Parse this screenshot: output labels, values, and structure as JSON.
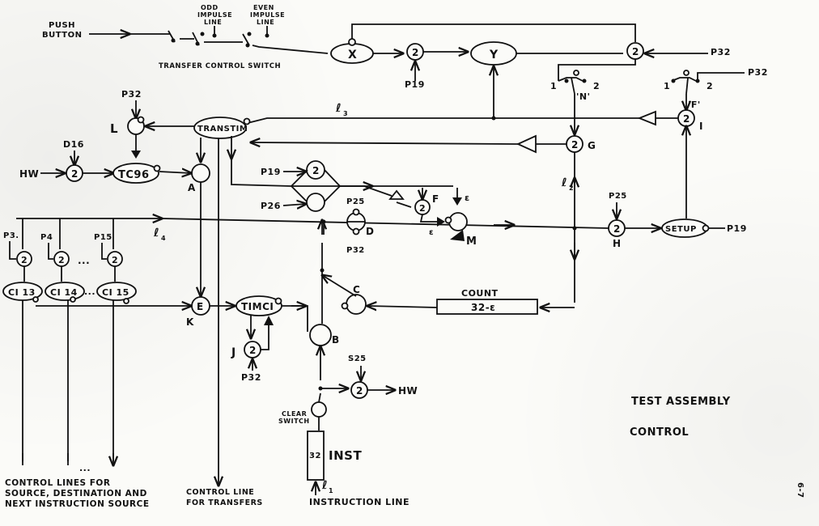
{
  "labels": {
    "push_button_1": "PUSH",
    "push_button_2": "BUTTON",
    "odd_1": "ODD",
    "odd_2": "IMPULSE",
    "odd_3": "LINE",
    "even_1": "EVEN",
    "even_2": "IMPULSE",
    "even_3": "LINE",
    "transfer_control_switch": "TRANSFER CONTROL SWITCH",
    "X": "X",
    "Y": "Y",
    "gate_two": "2",
    "P32": "P32",
    "P19": "P19",
    "P26": "P26",
    "P25": "P25",
    "P15": "P15",
    "P3": "P3.",
    "P4": "P4",
    "D16": "D16",
    "S25": "S25",
    "HW": "HW",
    "L": "L",
    "A": "A",
    "B": "B",
    "C": "C",
    "D": "D",
    "E": "E",
    "F": "F",
    "G": "G",
    "H": "H",
    "I": "I",
    "J": "J",
    "K": "K",
    "M": "M",
    "epsilon": "ε",
    "l1": "ℓ",
    "l1_sub": "1",
    "l2": "ℓ",
    "l2_sub": "2",
    "l3": "ℓ",
    "l3_sub": "3",
    "l4": "ℓ",
    "l4_sub": "4",
    "transtim": "TRANSTIM",
    "tc96": "TC96",
    "timci": "TIMCI",
    "setup": "SETUP",
    "ci13": "CI 13",
    "ci14": "CI 14",
    "ci15": "CI 15",
    "dots": "...",
    "count_label": "COUNT",
    "count_value": "32-ε",
    "inst_num": "32",
    "inst_label": "INST",
    "switch_one": "1",
    "switch_two": "2",
    "switch_N": "'N'",
    "switch_F": "'F'",
    "clear_1": "CLEAR",
    "clear_2": "SWITCH",
    "control_lines_1": "CONTROL LINES FOR",
    "control_lines_2": "SOURCE, DESTINATION AND",
    "control_lines_3": "NEXT INSTRUCTION SOURCE",
    "control_line_transfers_1": "CONTROL LINE",
    "control_line_transfers_2": "FOR TRANSFERS",
    "instruction_line": "INSTRUCTION LINE",
    "title_1": "TEST ASSEMBLY",
    "title_2": "CONTROL",
    "page_mark": "6-7"
  }
}
